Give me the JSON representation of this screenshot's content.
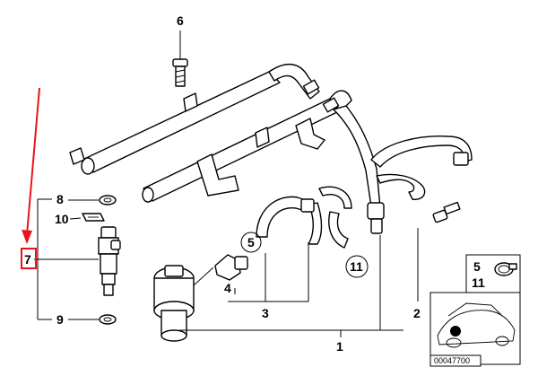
{
  "callouts": {
    "c1": "1",
    "c2": "2",
    "c3": "3",
    "c4": "4",
    "c5": "5",
    "c6": "6",
    "c7": "7",
    "c8": "8",
    "c9": "9",
    "c10": "10",
    "c11": "11"
  },
  "inset": {
    "c5": "5",
    "c11": "11"
  },
  "image_code": "00047700",
  "colors": {
    "highlight": "#e8141b",
    "ink": "#000000"
  }
}
